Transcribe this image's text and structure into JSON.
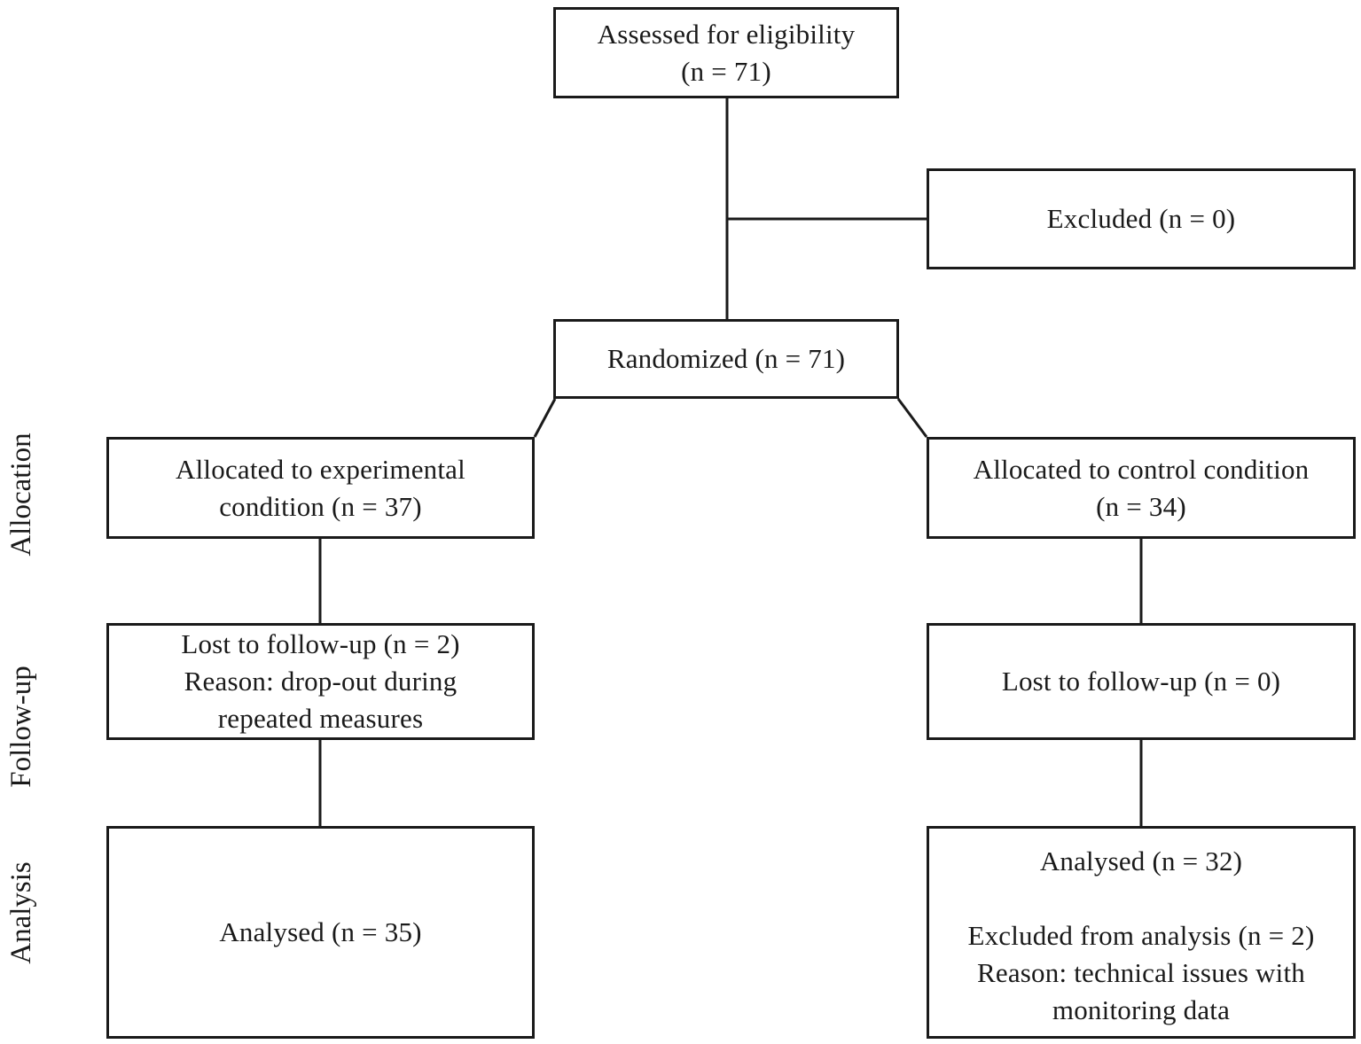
{
  "stages": {
    "allocation": "Allocation",
    "followup": "Follow-up",
    "analysis": "Analysis"
  },
  "enrollment": {
    "assessed": {
      "line1": "Assessed for eligibility",
      "line2": "(n = 71)"
    },
    "excluded": "Excluded (n = 0)",
    "randomized": "Randomized (n = 71)"
  },
  "experimental": {
    "allocated": {
      "line1": "Allocated to experimental",
      "line2": "condition (n = 37)"
    },
    "followup": {
      "line1": "Lost to follow-up (n = 2)",
      "line2": "Reason: drop-out during",
      "line3": "repeated measures"
    },
    "analysis": "Analysed (n = 35)"
  },
  "control": {
    "allocated": {
      "line1": "Allocated to control condition",
      "line2": "(n = 34)"
    },
    "followup": "Lost to follow-up (n = 0)",
    "analysis": {
      "analysed": "Analysed (n = 32)",
      "excluded": "Excluded from analysis (n = 2)",
      "reason1": "Reason: technical issues with",
      "reason2": "monitoring data"
    }
  }
}
